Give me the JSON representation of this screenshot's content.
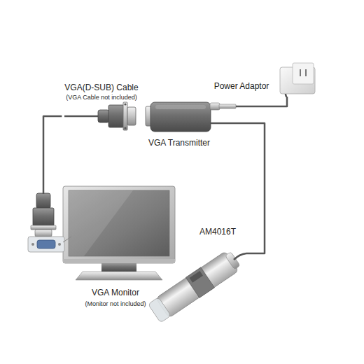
{
  "diagram": {
    "nodes": [
      {
        "text": [
          "VGA(D-SUB) Cable",
          "(VGA Cable not included)"
        ]
      },
      {
        "text": [
          "Power Adaptor"
        ]
      },
      {
        "text": [
          "VGA Transmitter"
        ]
      },
      {
        "text": [
          "VGA Monitor",
          "(Monitor not included)"
        ]
      },
      {
        "text": [
          "AM4016T"
        ]
      }
    ],
    "edges": [
      {
        "from": 3,
        "to": 0,
        "arrow": "none"
      },
      {
        "from": 1,
        "to": 2,
        "arrow": "none"
      },
      {
        "from": 4,
        "to": 2,
        "arrow": "none"
      }
    ]
  }
}
